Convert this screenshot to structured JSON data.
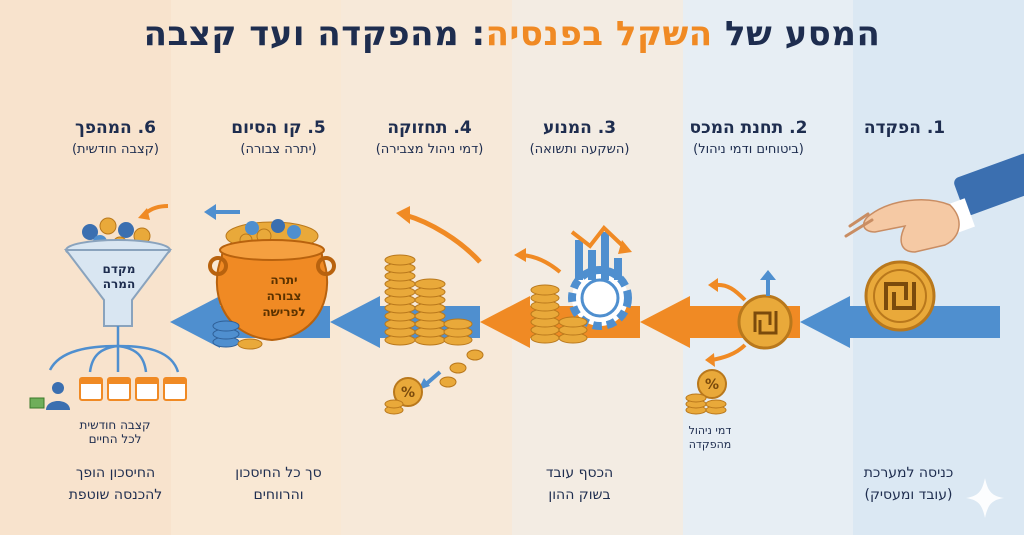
{
  "title": {
    "part1": "המסע של ",
    "highlight": "השקל בפנסיה",
    "part2": ": מהפקדה ועד קצבה"
  },
  "colors": {
    "band1": "#dbe8f3",
    "band2": "#e7eef4",
    "band3": "#f3ece3",
    "band4": "#f7e9d9",
    "band5": "#f9e8d4",
    "band6": "#f8e3cd",
    "arrow_blue": "#4f8fcf",
    "arrow_orange": "#f08a24",
    "coin": "#e9a93a",
    "navy": "#1e2d4f"
  },
  "steps": [
    {
      "title": "1. הפקדה",
      "subtitle": "",
      "bottom": [
        "כניסה למערכת",
        "(עובד ומעסיק)"
      ]
    },
    {
      "title": "2. תחנת המכס",
      "subtitle": "(ביטוחים ודמי ניהול)",
      "bottom": []
    },
    {
      "title": "3. המנוע",
      "subtitle": "(השקעה ותשואה)",
      "bottom": [
        "הכסף עובד",
        "בשוק ההון"
      ]
    },
    {
      "title": "4. תחזוקה",
      "subtitle": "(דמי ניהול מצבירה)",
      "bottom": []
    },
    {
      "title": "5. קו הסיום",
      "subtitle": "(יתרה צבורה)",
      "bottom": [
        "סך כל החיסכון",
        "והרווחים"
      ]
    },
    {
      "title": "6. המהפך",
      "subtitle": "(קצבה חודשית)",
      "bottom": [
        "החיסכון הופך",
        "להכנסה שוטפת"
      ]
    }
  ],
  "labels": {
    "mgmt_fee": [
      "דמי ניהול",
      "מהפקדה"
    ],
    "pot": [
      "יתרה",
      "צבורה",
      "לפרישה"
    ],
    "funnel": [
      "מקדם",
      "המרה"
    ],
    "pension": [
      "קצבה חודשית",
      "לכל החיים"
    ]
  },
  "icons": [
    "hand-icon",
    "shekel-coin-icon",
    "gear-chart-icon",
    "coin-stack-icon",
    "percent-icon",
    "pot-of-gold-icon",
    "funnel-icon",
    "calendar-icon",
    "person-icon",
    "sparkle-icon"
  ]
}
